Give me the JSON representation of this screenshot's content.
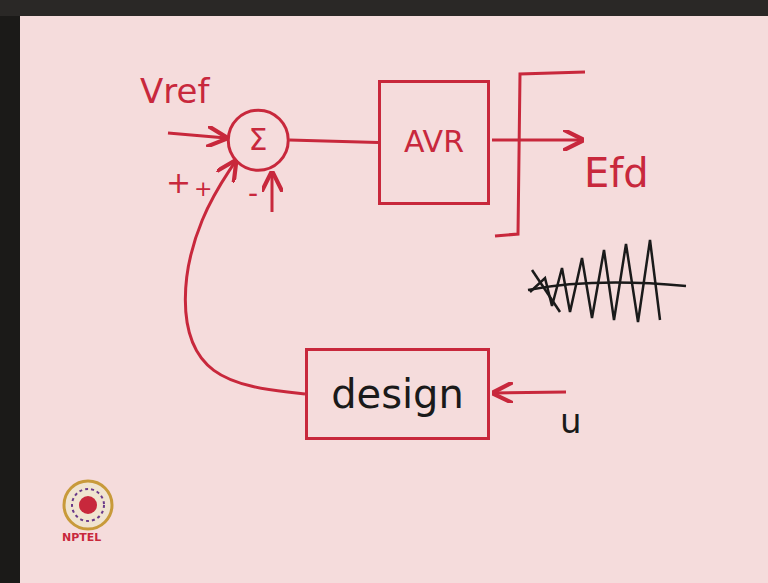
{
  "diagram": {
    "nodes": [
      {
        "text": [
          "Σ"
        ]
      },
      {
        "text": [
          "AVR"
        ]
      },
      {
        "text": [
          "design"
        ]
      }
    ],
    "edges": [
      {
        "from": 0,
        "to": 1,
        "arrow": "none"
      },
      {
        "from": 2,
        "to": 0,
        "arrow": "to"
      }
    ],
    "labels": [
      "Vref",
      "+",
      "+",
      "-",
      "Efd",
      "u",
      "NPTEL"
    ]
  }
}
